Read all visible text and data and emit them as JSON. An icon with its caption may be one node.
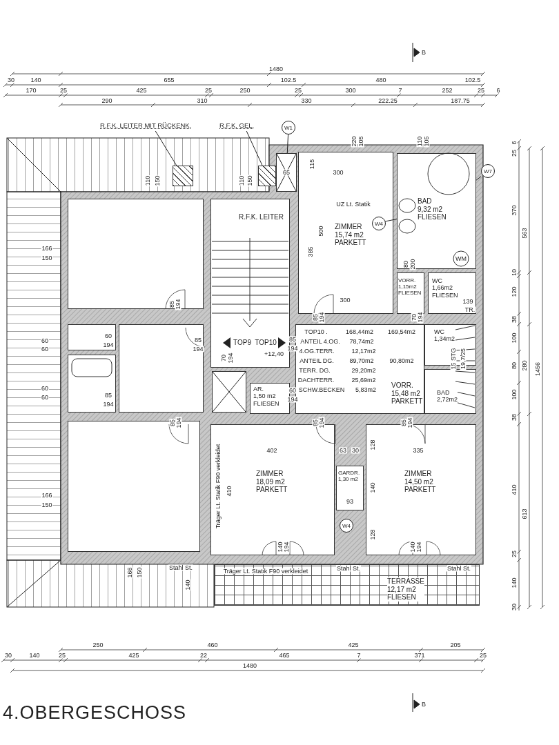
{
  "diagram": {
    "title": "4.OBERGESCHOSS",
    "nodes": [
      {
        "text": [
          "ZIMMER",
          "15,74 m2",
          "PARKETT"
        ]
      },
      {
        "text": [
          "BAD",
          "9,32 m2",
          "FLIESEN"
        ]
      },
      {
        "text": [
          "VORR.",
          "1,15m2",
          "FLIESEN"
        ]
      },
      {
        "text": [
          "WC",
          "1,66m2",
          "FLIESEN"
        ]
      },
      {
        "text": [
          "R.F.K. LEITER"
        ]
      },
      {
        "text": [
          "AR.",
          "1,50 m2",
          "FLIESEN"
        ]
      },
      {
        "text": [
          "VORR.",
          "15,48 m2",
          "PARKETT"
        ]
      },
      {
        "text": [
          "WC",
          "1,34m2"
        ]
      },
      {
        "text": [
          "BAD",
          "2,72m2"
        ]
      },
      {
        "text": [
          "ZIMMER",
          "18,09 m2",
          "PARKETT"
        ]
      },
      {
        "text": [
          "GARDR.",
          "1,30 m2"
        ]
      },
      {
        "text": [
          "ZIMMER",
          "14,50 m2",
          "PARKETT"
        ]
      },
      {
        "text": [
          "TERRASSE",
          "12,17 m2",
          "FLIESEN"
        ]
      },
      {
        "text": [
          "R.F.K. LEITER MIT RÜCKENK."
        ]
      },
      {
        "text": [
          "R.F.K. GEL."
        ]
      },
      {
        "text": [],
        "shape": "box"
      },
      {
        "text": [],
        "shape": "box"
      },
      {
        "text": [
          "W1"
        ]
      },
      {
        "text": [
          "W7"
        ]
      },
      {
        "text": [
          "W4"
        ],
        "in": 0
      },
      {
        "text": [
          "W4"
        ]
      },
      {
        "text": [],
        "shape": "box"
      },
      {
        "text": [],
        "shape": "box"
      },
      {
        "text": [],
        "shape": "box"
      },
      {
        "text": [],
        "shape": "box"
      },
      {
        "text": [],
        "shape": "box"
      },
      {
        "text": [],
        "shape": "box"
      },
      {
        "text": [],
        "shape": "box"
      }
    ],
    "edges": [
      {
        "from": 13,
        "to": 15,
        "arrow": "none"
      },
      {
        "from": 14,
        "to": 16,
        "arrow": "none"
      },
      {
        "from": 17,
        "to": 26,
        "arrow": "none"
      },
      {
        "from": 18,
        "to": 1,
        "arrow": "none"
      },
      {
        "from": 19,
        "to": 1,
        "arrow": "none"
      }
    ],
    "labels": [
      "B",
      "1480",
      "30",
      "140",
      "655",
      "102.5",
      "480",
      "102.5",
      "170",
      "25",
      "425",
      "25",
      "250",
      "25",
      "300",
      "7",
      "252",
      "25",
      "6",
      "290",
      "310",
      "330",
      "222.25",
      "187.75",
      "110",
      "150",
      "110",
      "150",
      "220",
      "105",
      "110",
      "105",
      "65",
      "115",
      "300",
      "UZ Lt. Statik",
      "500",
      "385",
      "300",
      "80",
      "200",
      "WM",
      "139",
      "TR.",
      "6",
      "25",
      "370",
      "563",
      "10",
      "120",
      "38",
      "100",
      "80",
      "280",
      "1456",
      "100",
      "38",
      "410",
      "613",
      "25",
      "140",
      "30",
      "166",
      "150",
      "60",
      "60",
      "60",
      "60",
      "166",
      "150",
      "85",
      "194",
      "85",
      "194",
      "60",
      "194",
      "85",
      "194",
      "85",
      "194",
      "70",
      "194",
      "60",
      "194",
      "85",
      "194",
      "70",
      "194",
      "85",
      "194",
      "85",
      "194",
      "85",
      "194",
      "140",
      "194",
      "140",
      "194",
      "TOP9",
      "TOP10",
      "+12,40",
      "TOP10 .",
      "168,44m2",
      "169,54m2",
      "ANTEIL 4.OG.",
      "78,74m2",
      "4.OG.TERR.",
      "12,17m2",
      "ANTEIL DG.",
      "89,70m2",
      "90,80m2",
      "TERR. DG.",
      "29,20m2",
      "DACHTERR.",
      "25,69m2",
      "SCHW.BECKEN",
      "5,83m2",
      "15 STG",
      "19,7/25",
      "Träger Lt. Statik F90 verkleidet",
      "402",
      "410",
      "63",
      "30",
      "128",
      "140",
      "128",
      "93",
      "335",
      "Stahl St.",
      "Träger Lt. Statik F90 verkleidet",
      "Stahl St.",
      "Stahl St.",
      "166",
      "150",
      "140",
      "250",
      "460",
      "425",
      "205",
      "30",
      "140",
      "25",
      "425",
      "22",
      "465",
      "7",
      "371",
      "25",
      "1480",
      "B"
    ]
  }
}
